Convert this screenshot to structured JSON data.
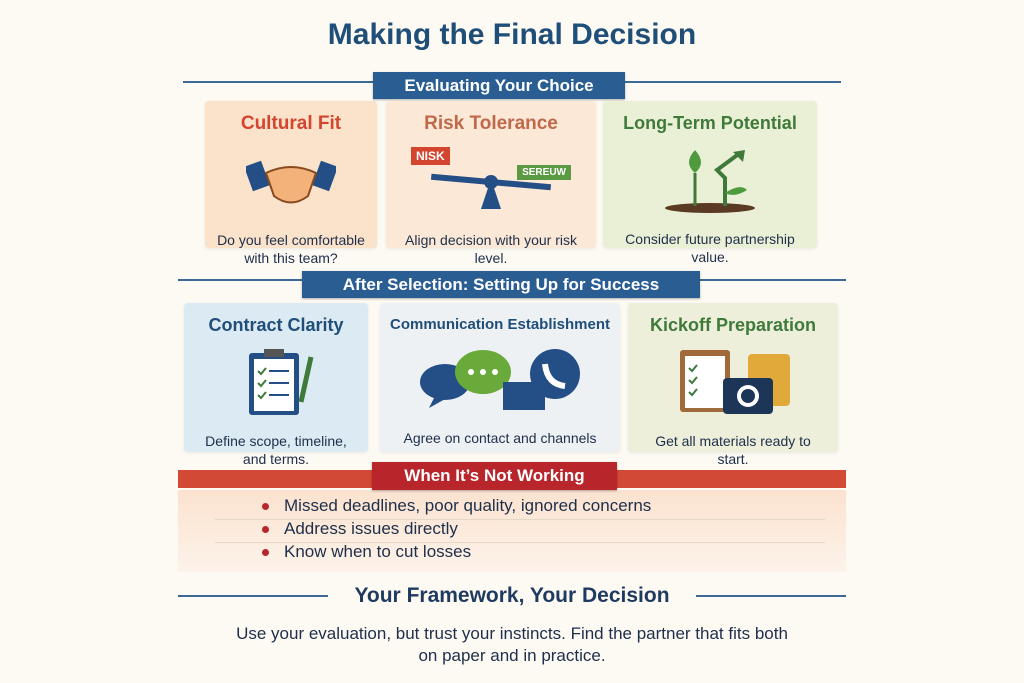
{
  "title": "Making the Final Decision",
  "section1": {
    "heading": "Evaluating Your Choice",
    "cards": [
      {
        "title": "Cultural Fit",
        "text": "Do you feel comfortable with this team?",
        "icon": "handshake-icon",
        "color": "#d4452f"
      },
      {
        "title": "Risk Tolerance",
        "text": "Align decision with your risk level.",
        "icon": "seesaw-icon",
        "label_left": "NISK",
        "label_right": "SEREUW",
        "color": "#c0694a"
      },
      {
        "title": "Long-Term Potential",
        "text": "Consider future partnership value.",
        "icon": "plant-growth-icon",
        "color": "#3f7a3a"
      }
    ]
  },
  "section2": {
    "heading": "After Selection: Setting Up for Success",
    "cards": [
      {
        "title": "Contract Clarity",
        "text": "Define scope, timeline, and terms.",
        "icon": "clipboard-icon"
      },
      {
        "title": "Communication Establishment",
        "text": "Agree on contact and channels",
        "icon": "chat-phone-icon"
      },
      {
        "title": "Kickoff Preparation",
        "text": "Get all materials ready to start.",
        "icon": "clipboard-camera-icon"
      }
    ]
  },
  "section3": {
    "heading": "When It’s Not Working",
    "bullets": [
      "Missed deadlines, poor quality, ignored concerns",
      "Address issues directly",
      "Know when to cut losses"
    ]
  },
  "closing": {
    "heading": "Your Framework, Your Decision",
    "line1": "Use your evaluation, but trust your instincts. Find the partner that fits both",
    "line2": "on paper and in practice."
  }
}
